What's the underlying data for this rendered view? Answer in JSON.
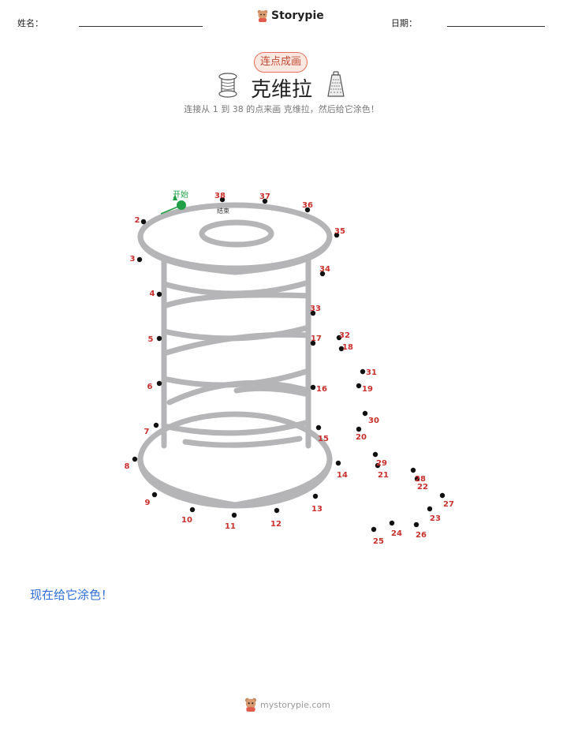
{
  "header": {
    "name_label": "姓名：",
    "date_label": "日期：",
    "brand": "Storypie"
  },
  "worksheet": {
    "badge": "连点成画",
    "title": "克维拉",
    "subtitle": "连接从 1 到 38 的点来画 克维拉，然后给它涂色！",
    "start_label": "开始",
    "end_label": "结束",
    "color_prompt": "现在给它涂色！"
  },
  "dots": [
    {
      "n": 1,
      "label": ""
    },
    {
      "n": 2,
      "label": "2"
    },
    {
      "n": 3,
      "label": "3"
    },
    {
      "n": 4,
      "label": "4"
    },
    {
      "n": 5,
      "label": "5"
    },
    {
      "n": 6,
      "label": "6"
    },
    {
      "n": 7,
      "label": "7"
    },
    {
      "n": 8,
      "label": "8"
    },
    {
      "n": 9,
      "label": "9"
    },
    {
      "n": 10,
      "label": "10"
    },
    {
      "n": 11,
      "label": "11"
    },
    {
      "n": 12,
      "label": "12"
    },
    {
      "n": 13,
      "label": "13"
    },
    {
      "n": 14,
      "label": "14"
    },
    {
      "n": 15,
      "label": "15"
    },
    {
      "n": 16,
      "label": "16"
    },
    {
      "n": 17,
      "label": "17"
    },
    {
      "n": 18,
      "label": "18"
    },
    {
      "n": 19,
      "label": "19"
    },
    {
      "n": 20,
      "label": "20"
    },
    {
      "n": 21,
      "label": "21"
    },
    {
      "n": 22,
      "label": "22"
    },
    {
      "n": 23,
      "label": "23"
    },
    {
      "n": 24,
      "label": "24"
    },
    {
      "n": 25,
      "label": "25"
    },
    {
      "n": 26,
      "label": "26"
    },
    {
      "n": 27,
      "label": "27"
    },
    {
      "n": 28,
      "label": "28"
    },
    {
      "n": 29,
      "label": "29"
    },
    {
      "n": 30,
      "label": "30"
    },
    {
      "n": 31,
      "label": "31"
    },
    {
      "n": 32,
      "label": "32"
    },
    {
      "n": 33,
      "label": "33"
    },
    {
      "n": 34,
      "label": "34"
    },
    {
      "n": 35,
      "label": "35"
    },
    {
      "n": 36,
      "label": "36"
    },
    {
      "n": 37,
      "label": "37"
    },
    {
      "n": 38,
      "label": "38"
    }
  ],
  "footer": {
    "site": "mystorypie.com"
  },
  "colors": {
    "accent_red": "#c9302c",
    "start_green": "#22a046",
    "prompt_blue": "#2d6fd6",
    "outline_gray": "#b5b5b8"
  },
  "icons": [
    "thread-spool-icon",
    "cheese-grater-icon",
    "storypie-bear-logo-icon"
  ]
}
